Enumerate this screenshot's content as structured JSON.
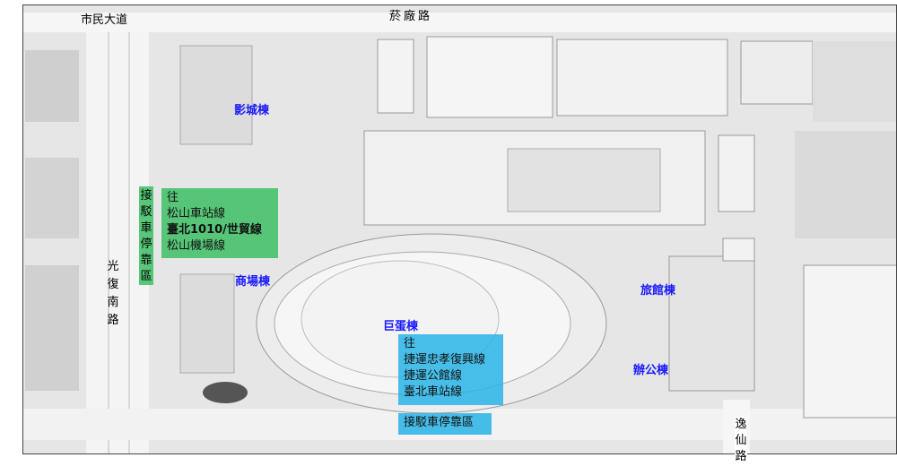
{
  "roads": {
    "top_left": "市民大道",
    "top": "菸廠路",
    "left": "光復南路",
    "bottom_right": "逸仙路"
  },
  "buildings": {
    "cinema": "影城棟",
    "mall": "商場棟",
    "dome": "巨蛋棟",
    "hotel": "旅館棟",
    "office": "辦公棟"
  },
  "green_zone": {
    "stop_label": "接駁車停靠區",
    "heading": "往",
    "lines": [
      "松山車站線",
      "臺北1010/世貿線",
      "松山機場線"
    ],
    "color": "#3cbe64"
  },
  "blue_zone": {
    "heading": "往",
    "lines": [
      "捷運忠孝復興線",
      "捷運公館線",
      "臺北車站線"
    ],
    "stop_label": "接駁車停靠區",
    "color": "#28b4e6"
  }
}
